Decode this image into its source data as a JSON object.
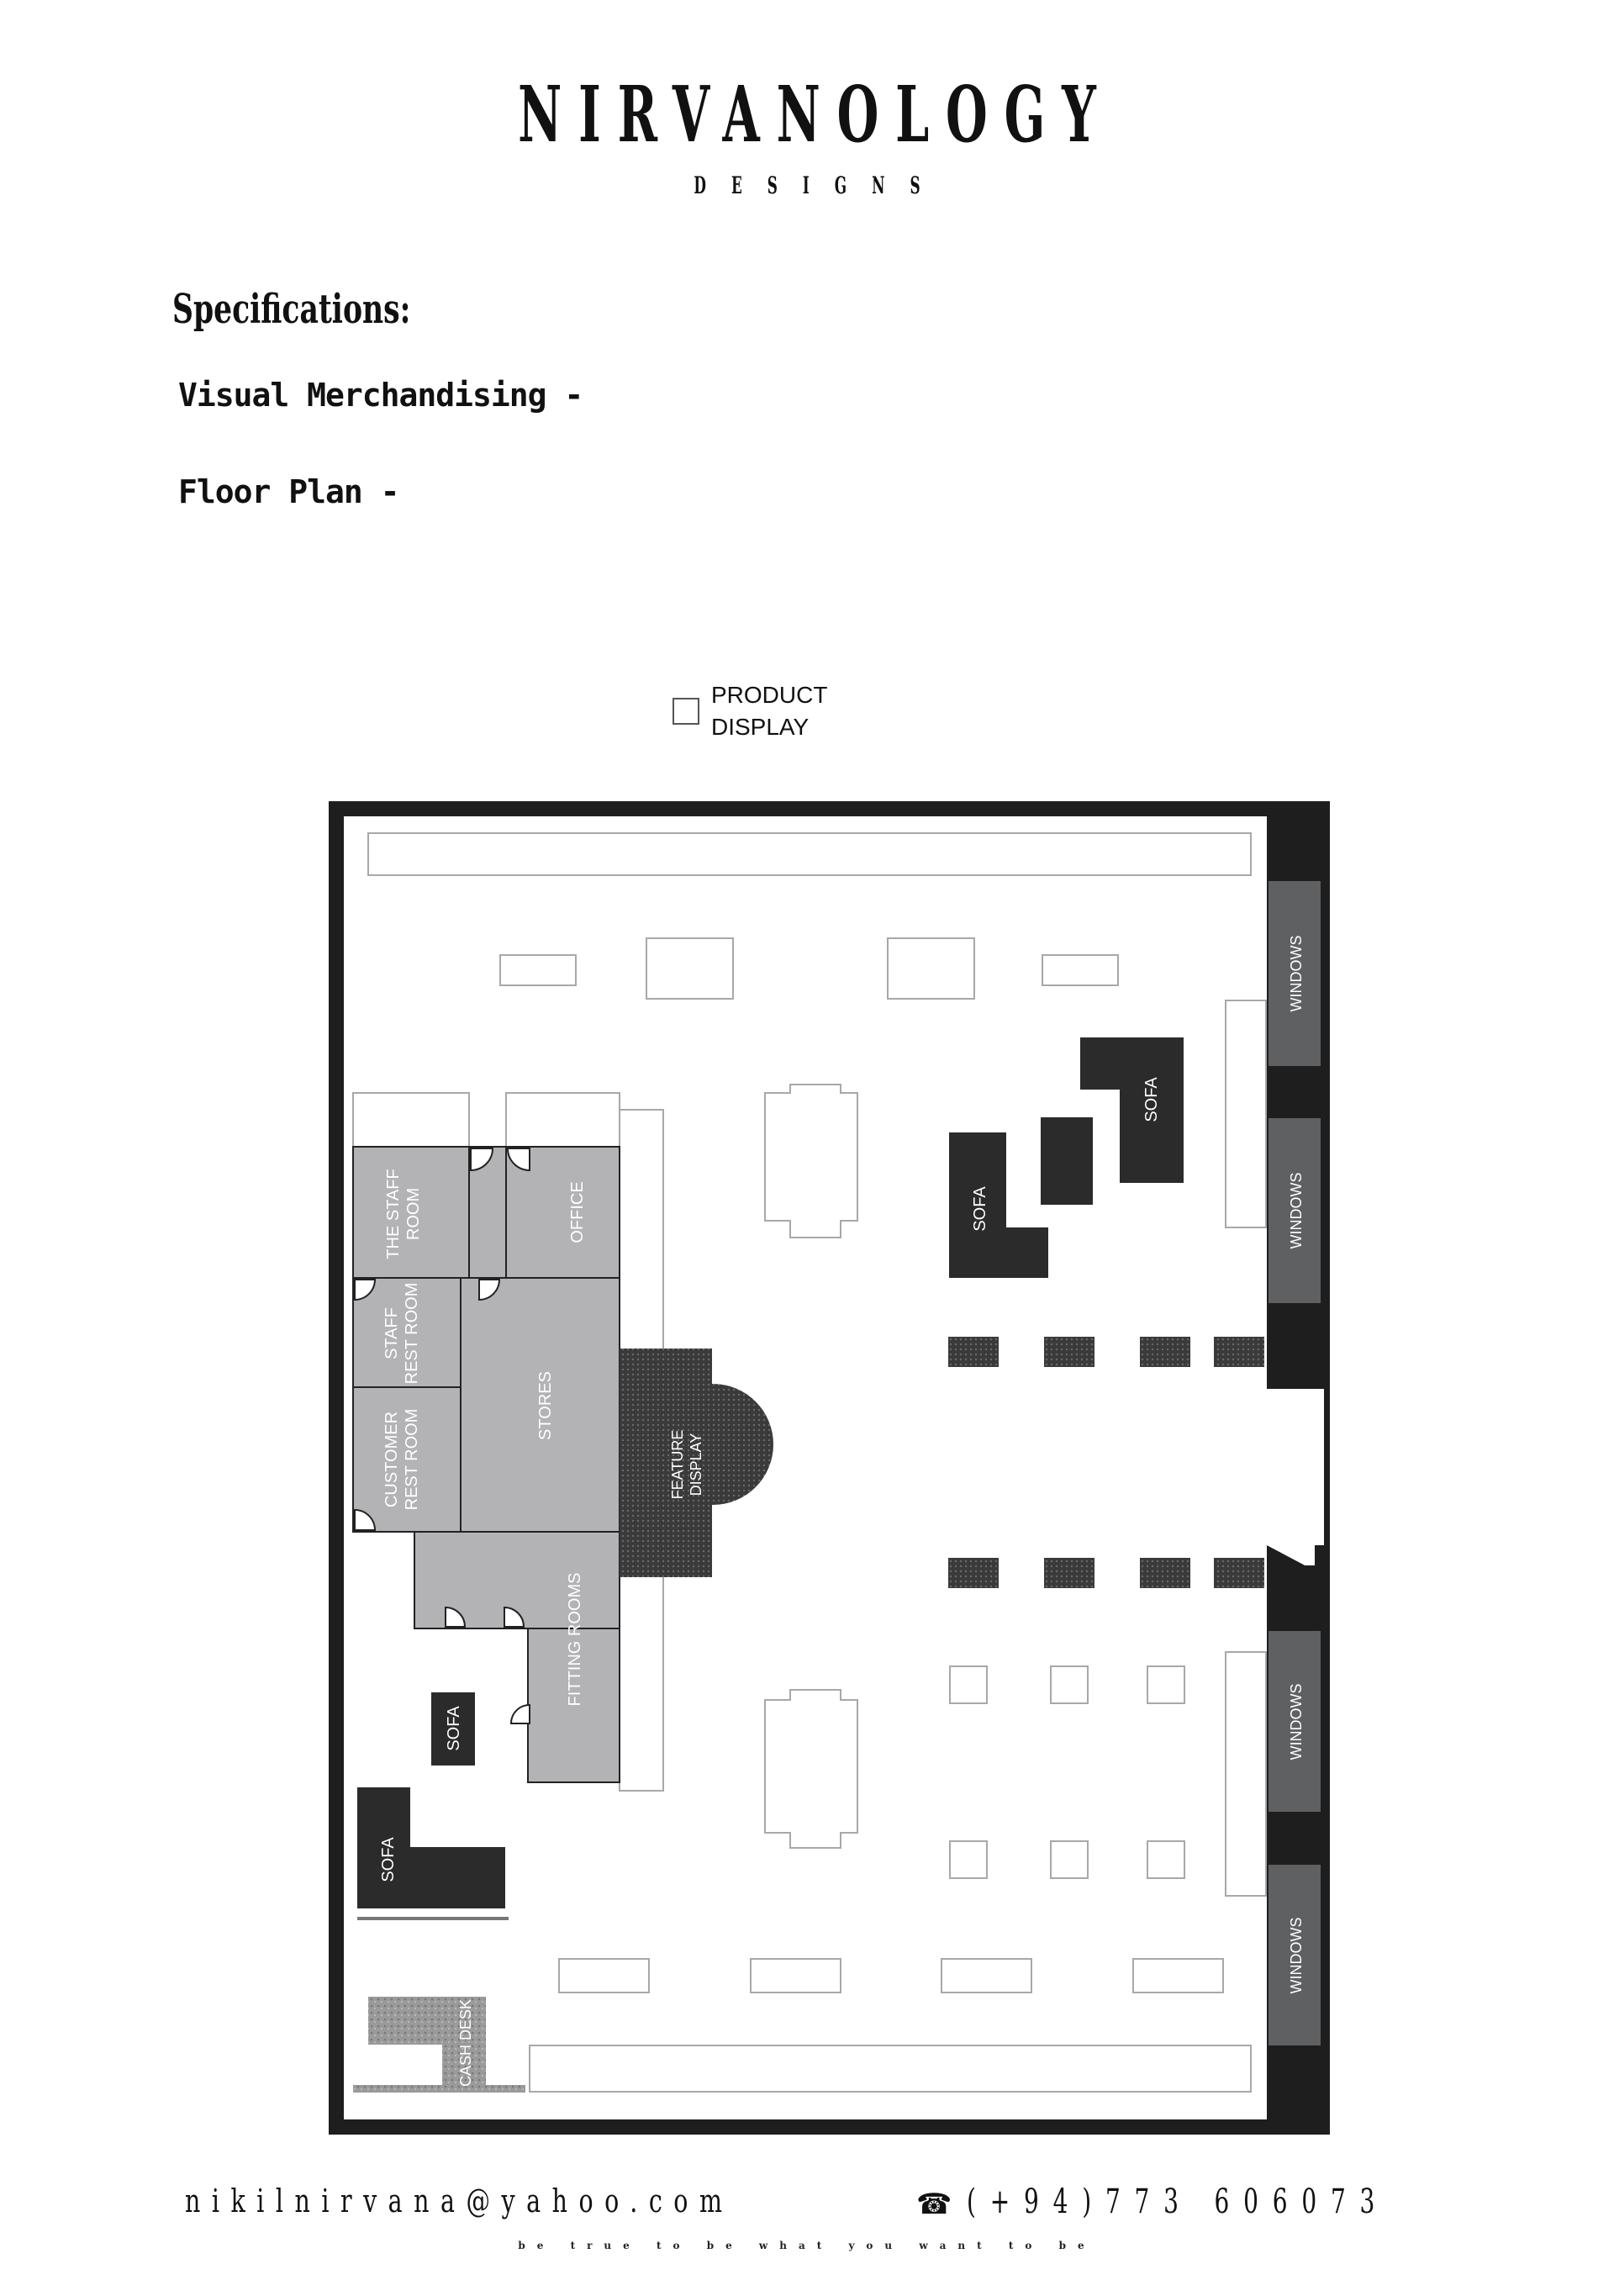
{
  "brand": {
    "name": "NIRVANOLOGY",
    "sub": "DESIGNS"
  },
  "specs": {
    "title": "Specifications:",
    "line1": "Visual Merchandising -",
    "line2": "Floor Plan -"
  },
  "legend": {
    "label": "PRODUCT DISPLAY"
  },
  "plan": {
    "labels": {
      "windows": "WINDOWS",
      "sofa": "SOFA",
      "staff_room": "THE STAFF ROOM",
      "staff_room_l1": "THE STAFF",
      "staff_room_l2": "ROOM",
      "office": "OFFICE",
      "staff_rest_l1": "STAFF",
      "staff_rest_l2": "REST ROOM",
      "customer_rest_l1": "CUSTOMER",
      "customer_rest_l2": "REST ROOM",
      "stores": "STORES",
      "feature_l1": "FEATURE",
      "feature_l2": "DISPLAY",
      "fitting": "FITTING ROOMS",
      "cash": "CASH DESK"
    },
    "colors": {
      "wall": "#1e1e1e",
      "room": "#b3b3b5",
      "furniture": "#2b2b2b",
      "window": "#5f6062",
      "display": "#a8a8a8"
    }
  },
  "footer": {
    "email": "nikilnirvana@yahoo.com",
    "phone": "(+94)773 606073",
    "phone_icon": "telephone-icon",
    "tagline": "be true to be what you want to be"
  }
}
